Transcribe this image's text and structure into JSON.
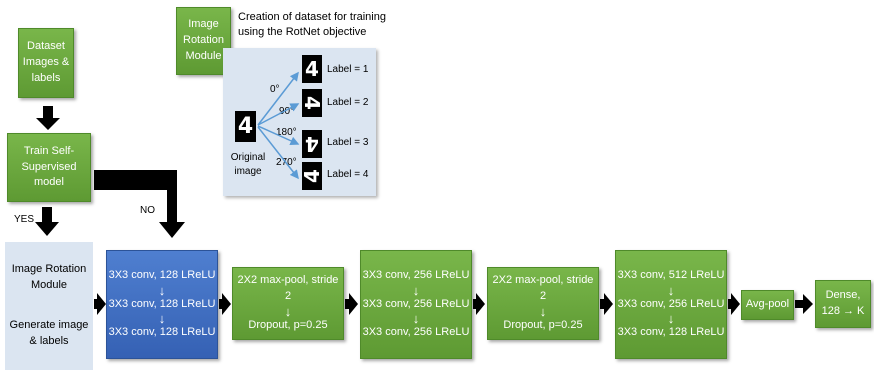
{
  "top": {
    "module_title": "Image Rotation Module",
    "description": "Creation of dataset for training using the RotNet objective",
    "original_caption": "Original image",
    "angles": [
      "0°",
      "90°",
      "180°",
      "270°"
    ],
    "labels": [
      "Label = 1",
      "Label = 2",
      "Label = 3",
      "Label = 4"
    ]
  },
  "flow": {
    "dataset": "Dataset Images & labels",
    "train": "Train Self-Supervised model",
    "yes": "YES",
    "no": "NO",
    "rotation_module": "Image Rotation Module",
    "generate": "Generate image & labels"
  },
  "network": {
    "block1": [
      "3X3 conv, 128 LReLU",
      "3X3 conv, 128 LReLU",
      "3X3 conv, 128 LReLU"
    ],
    "pool1": [
      "2X2 max-pool, stride 2",
      "Dropout, p=0.25"
    ],
    "block2": [
      "3X3 conv, 256 LReLU",
      "3X3 conv, 256 LReLU",
      "3X3 conv, 256 LReLU"
    ],
    "pool2": [
      "2X2 max-pool, stride 2",
      "Dropout, p=0.25"
    ],
    "block3": [
      "3X3 conv, 512 LReLU",
      "3X3 conv, 256 LReLU",
      "3X3 conv, 128 LReLU"
    ],
    "avgpool": "Avg-pool",
    "dense_line1": "Dense,",
    "dense_line2": "128 → K"
  },
  "glyphs": {
    "down_arrow": "↓",
    "digit": "4"
  }
}
